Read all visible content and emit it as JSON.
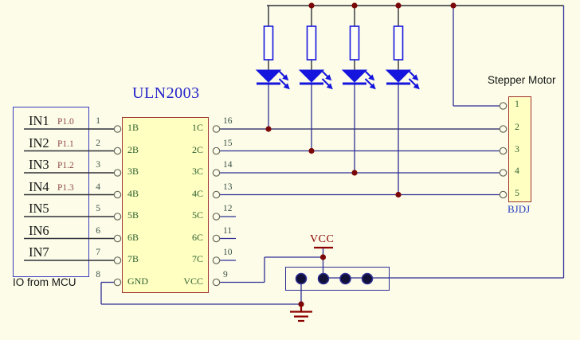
{
  "diagram": {
    "title": "ULN2003",
    "io_box": {
      "caption": "IO from MCU",
      "inputs": [
        {
          "label": "IN1",
          "port": "P1.0"
        },
        {
          "label": "IN2",
          "port": "P1.1"
        },
        {
          "label": "IN3",
          "port": "P1.2"
        },
        {
          "label": "IN4",
          "port": "P1.3"
        },
        {
          "label": "IN5",
          "port": ""
        },
        {
          "label": "IN6",
          "port": ""
        },
        {
          "label": "IN7",
          "port": ""
        }
      ]
    },
    "ic": {
      "left_pins": [
        {
          "number": "1",
          "name": "1B"
        },
        {
          "number": "2",
          "name": "2B"
        },
        {
          "number": "3",
          "name": "3B"
        },
        {
          "number": "4",
          "name": "4B"
        },
        {
          "number": "5",
          "name": "5B"
        },
        {
          "number": "6",
          "name": "6B"
        },
        {
          "number": "7",
          "name": "7B"
        },
        {
          "number": "8",
          "name": "GND"
        }
      ],
      "right_pins": [
        {
          "number": "16",
          "name": "1C"
        },
        {
          "number": "15",
          "name": "2C"
        },
        {
          "number": "14",
          "name": "3C"
        },
        {
          "number": "13",
          "name": "4C"
        },
        {
          "number": "12",
          "name": "5C"
        },
        {
          "number": "11",
          "name": "6C"
        },
        {
          "number": "10",
          "name": "7C"
        },
        {
          "number": "9",
          "name": "VCC"
        }
      ]
    },
    "stepper": {
      "caption": "Stepper Motor",
      "pins": [
        "1",
        "2",
        "3",
        "4",
        "5"
      ],
      "designator": "BJDJ"
    },
    "power": {
      "vcc_label": "VCC"
    },
    "colors": {
      "background": "#FCFCE8",
      "component_fill": "#FFFFC2",
      "component_border": "#A03030",
      "wire_blue": "#2e2e96",
      "wire_dark": "#30303a",
      "junction_dot": "#7a0808",
      "power_symbol_red": "#8B0000",
      "pin_name_green": "#2f6030",
      "pin_number": "#3d5248",
      "led_blue": "#1515dd",
      "blue_box_border": "#3b3bc0",
      "title_blue": "#2525cc",
      "port_maroon": "#8f4a4a"
    }
  }
}
